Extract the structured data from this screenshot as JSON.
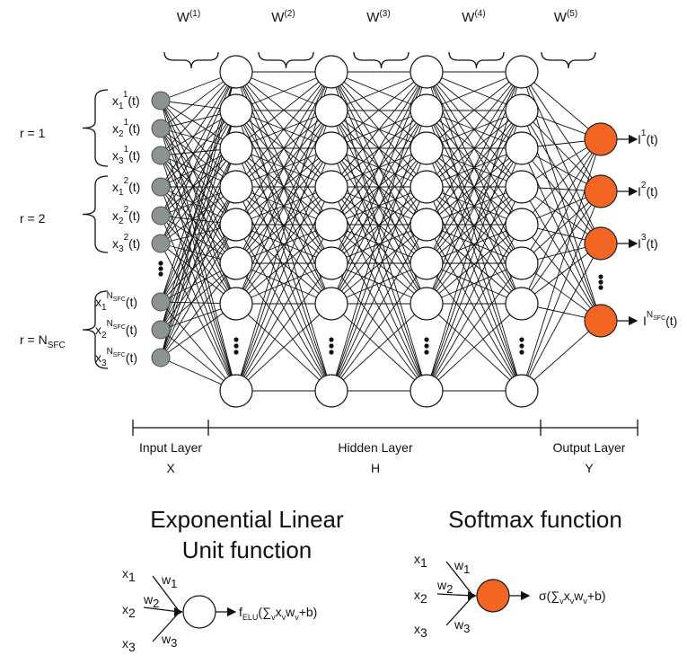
{
  "weights": [
    {
      "base": "W",
      "sup": "(1)"
    },
    {
      "base": "W",
      "sup": "(2)"
    },
    {
      "base": "W",
      "sup": "(3)"
    },
    {
      "base": "W",
      "sup": "(4)"
    },
    {
      "base": "W",
      "sup": "(5)"
    }
  ],
  "input_groups": [
    {
      "label": "r = 1"
    },
    {
      "label": "r = 2"
    },
    {
      "label_base": "r = N",
      "label_sub": "SFC"
    }
  ],
  "input_labels": [
    {
      "x": "x",
      "i": "1",
      "sup": "1",
      "t": "(t)"
    },
    {
      "x": "x",
      "i": "2",
      "sup": "1",
      "t": "(t)"
    },
    {
      "x": "x",
      "i": "3",
      "sup": "1",
      "t": "(t)"
    },
    {
      "x": "x",
      "i": "1",
      "sup": "2",
      "t": "(t)"
    },
    {
      "x": "x",
      "i": "2",
      "sup": "2",
      "t": "(t)"
    },
    {
      "x": "x",
      "i": "3",
      "sup": "2",
      "t": "(t)"
    },
    {
      "x": "x",
      "i": "1",
      "sup": "N",
      "supsub": "SFC",
      "t": "(t)"
    },
    {
      "x": "x",
      "i": "2",
      "sup": "N",
      "supsub": "SFC",
      "t": "(t)"
    },
    {
      "x": "x",
      "i": "3",
      "sup": "N",
      "supsub": "SFC",
      "t": "(t)"
    }
  ],
  "output_labels": [
    {
      "base": "I",
      "sup": "1",
      "t": "(t)"
    },
    {
      "base": "I",
      "sup": "2",
      "t": "(t)"
    },
    {
      "base": "I",
      "sup": "3",
      "t": "(t)"
    },
    {
      "base": "I",
      "sup": "N",
      "supsub": "SFC",
      "t": "(t)"
    }
  ],
  "layers": {
    "input": {
      "name": "Input Layer",
      "symbol": "X"
    },
    "hidden": {
      "name": "Hidden Layer",
      "symbol": "H"
    },
    "output": {
      "name": "Output Layer",
      "symbol": "Y"
    }
  },
  "elu": {
    "title_line1": "Exponential Linear",
    "title_line2": "Unit function",
    "inputs": [
      {
        "base": "x",
        "sub": "1"
      },
      {
        "base": "x",
        "sub": "2"
      },
      {
        "base": "x",
        "sub": "3"
      }
    ],
    "weights": [
      {
        "base": "w",
        "sub": "1"
      },
      {
        "base": "w",
        "sub": "2"
      },
      {
        "base": "w",
        "sub": "3"
      }
    ],
    "formula": {
      "f": "f",
      "f_sub": "ELU",
      "open": "(",
      "sum": "∑",
      "sum_sub": "v",
      "x": "x",
      "x_sub": "v",
      "w": "w",
      "w_sub": "v",
      "tail": "+b)"
    }
  },
  "softmax": {
    "title": "Softmax function",
    "inputs": [
      {
        "base": "x",
        "sub": "1"
      },
      {
        "base": "x",
        "sub": "2"
      },
      {
        "base": "x",
        "sub": "3"
      }
    ],
    "weights": [
      {
        "base": "w",
        "sub": "1"
      },
      {
        "base": "w",
        "sub": "2"
      },
      {
        "base": "w",
        "sub": "3"
      }
    ],
    "formula": {
      "f": "σ",
      "open": "(",
      "sum": "∑",
      "sum_sub": "v",
      "x": "x",
      "x_sub": "v",
      "w": "w",
      "w_sub": "v",
      "tail": "+b)"
    }
  },
  "colors": {
    "input_node": "#8c9393",
    "hidden_node": "#ffffff",
    "output_node": "#f26522",
    "line": "#111111"
  }
}
